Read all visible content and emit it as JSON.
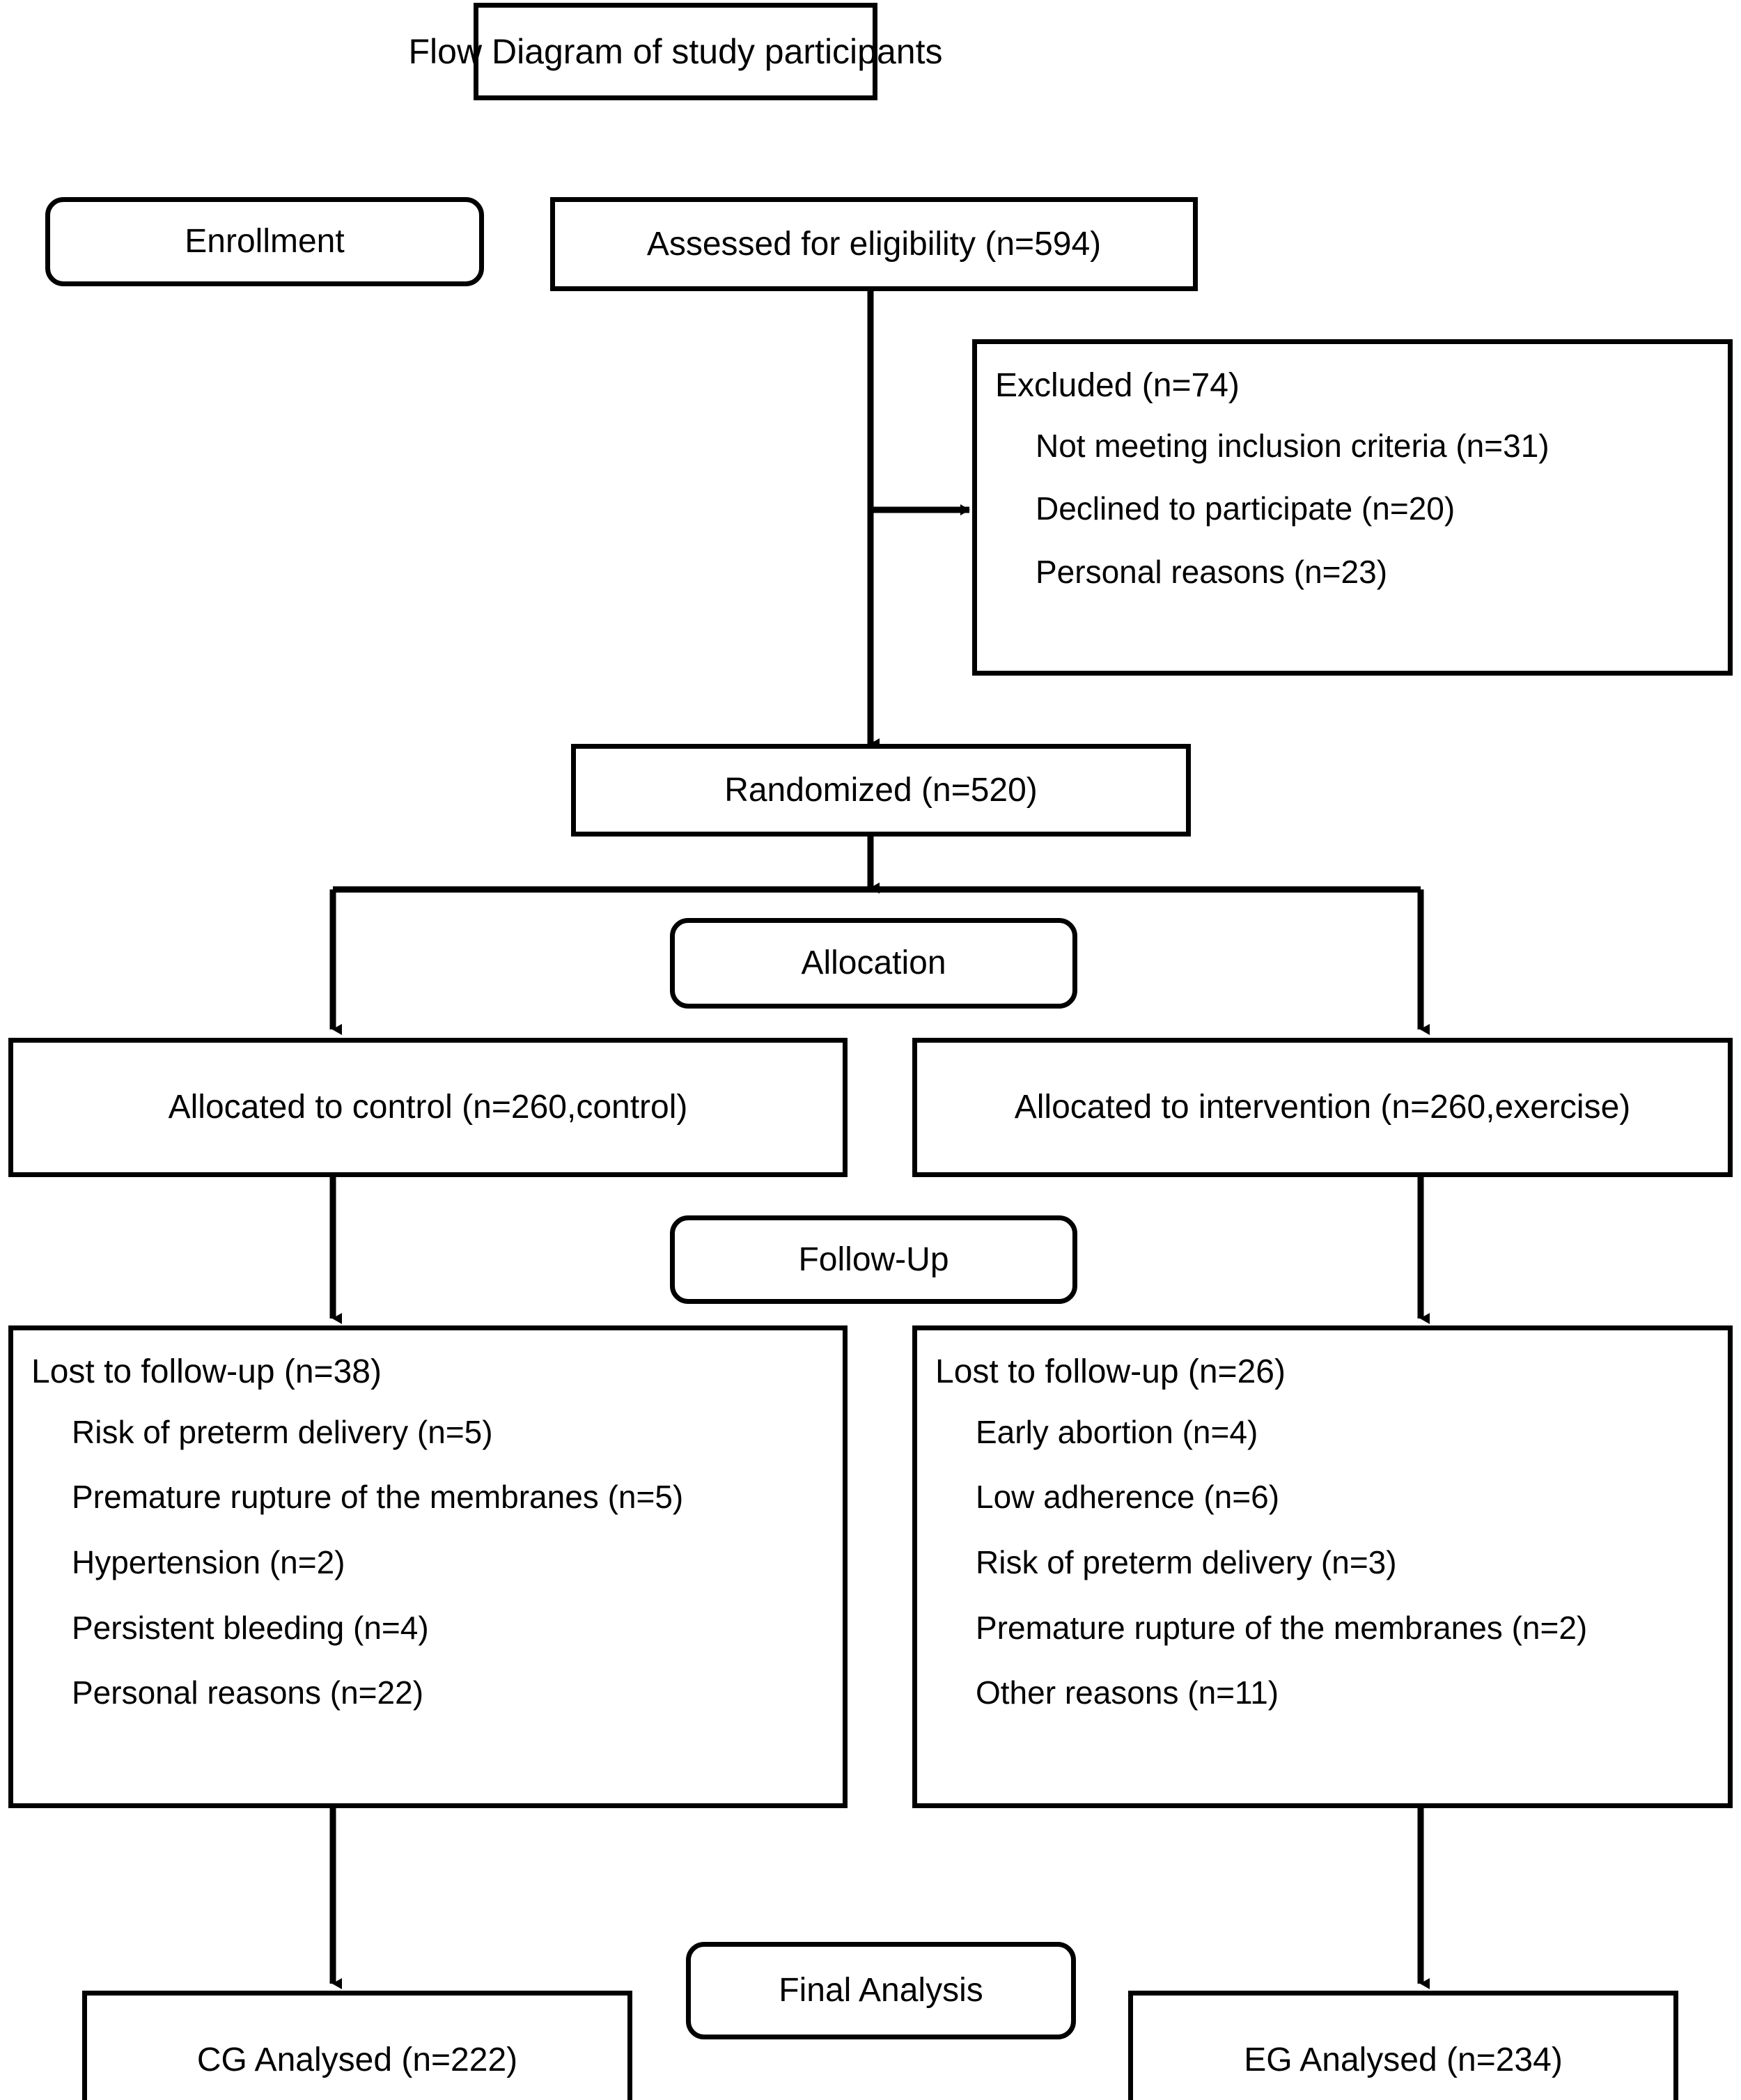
{
  "diagram": {
    "title": "Flow Diagram of study participants",
    "stages": {
      "enrollment": "Enrollment",
      "allocation": "Allocation",
      "follow_up": "Follow-Up",
      "final_analysis": "Final Analysis"
    },
    "assessed": "Assessed for eligibility (n=594)",
    "excluded": {
      "header": "Excluded (n=74)",
      "reasons": [
        "Not meeting inclusion criteria (n=31)",
        "Declined to participate (n=20)",
        "Personal reasons (n=23)"
      ]
    },
    "randomized": "Randomized (n=520)",
    "allocation_control": "Allocated to control (n=260,control)",
    "allocation_intervention": "Allocated to intervention (n=260,exercise)",
    "lost_control": {
      "header": "Lost to follow-up (n=38)",
      "reasons": [
        "Risk of preterm delivery (n=5)",
        "Premature rupture of the membranes (n=5)",
        "Hypertension (n=2)",
        "Persistent bleeding (n=4)",
        "Personal reasons (n=22)"
      ]
    },
    "lost_intervention": {
      "header": "Lost to follow-up (n=26)",
      "reasons": [
        "Early abortion (n=4)",
        "Low adherence (n=6)",
        "Risk of preterm delivery (n=3)",
        "Premature rupture of the membranes (n=2)",
        "Other reasons (n=11)"
      ]
    },
    "analysed_control": "CG Analysed (n=222)",
    "analysed_intervention": "EG Analysed (n=234)",
    "colors": {
      "stroke": "#000000",
      "background": "#ffffff",
      "text": "#000000"
    }
  },
  "chart_data": {
    "type": "diagram",
    "title": "Flow Diagram of study participants",
    "nodes": [
      {
        "id": "assessed",
        "label": "Assessed for eligibility (n=594)",
        "n": 594,
        "stage": "Enrollment"
      },
      {
        "id": "excluded",
        "label": "Excluded (n=74)",
        "n": 74,
        "stage": "Enrollment"
      },
      {
        "id": "randomized",
        "label": "Randomized (n=520)",
        "n": 520,
        "stage": "Enrollment"
      },
      {
        "id": "alloc_control",
        "label": "Allocated to control (n=260,control)",
        "n": 260,
        "stage": "Allocation"
      },
      {
        "id": "alloc_intervention",
        "label": "Allocated to intervention (n=260,exercise)",
        "n": 260,
        "stage": "Allocation"
      },
      {
        "id": "lost_control",
        "label": "Lost to follow-up (n=38)",
        "n": 38,
        "stage": "Follow-Up"
      },
      {
        "id": "lost_intervention",
        "label": "Lost to follow-up (n=26)",
        "n": 26,
        "stage": "Follow-Up"
      },
      {
        "id": "cg_analysed",
        "label": "CG Analysed (n=222)",
        "n": 222,
        "stage": "Final Analysis"
      },
      {
        "id": "eg_analysed",
        "label": "EG Analysed (n=234)",
        "n": 234,
        "stage": "Final Analysis"
      }
    ],
    "exclusion_breakdown": [
      {
        "reason": "Not meeting inclusion criteria",
        "n": 31
      },
      {
        "reason": "Declined to participate",
        "n": 20
      },
      {
        "reason": "Personal reasons",
        "n": 23
      }
    ],
    "loss_breakdown_control": [
      {
        "reason": "Risk of preterm delivery",
        "n": 5
      },
      {
        "reason": "Premature rupture of the membranes",
        "n": 5
      },
      {
        "reason": "Hypertension",
        "n": 2
      },
      {
        "reason": "Persistent bleeding",
        "n": 4
      },
      {
        "reason": "Personal reasons",
        "n": 22
      }
    ],
    "loss_breakdown_intervention": [
      {
        "reason": "Early abortion",
        "n": 4
      },
      {
        "reason": "Low adherence",
        "n": 6
      },
      {
        "reason": "Risk of preterm delivery",
        "n": 3
      },
      {
        "reason": "Premature rupture of the membranes",
        "n": 2
      },
      {
        "reason": "Other reasons",
        "n": 11
      }
    ],
    "edges": [
      {
        "from": "assessed",
        "to": "excluded"
      },
      {
        "from": "assessed",
        "to": "randomized"
      },
      {
        "from": "randomized",
        "to": "alloc_control"
      },
      {
        "from": "randomized",
        "to": "alloc_intervention"
      },
      {
        "from": "alloc_control",
        "to": "lost_control"
      },
      {
        "from": "alloc_intervention",
        "to": "lost_intervention"
      },
      {
        "from": "lost_control",
        "to": "cg_analysed"
      },
      {
        "from": "lost_intervention",
        "to": "eg_analysed"
      }
    ]
  }
}
